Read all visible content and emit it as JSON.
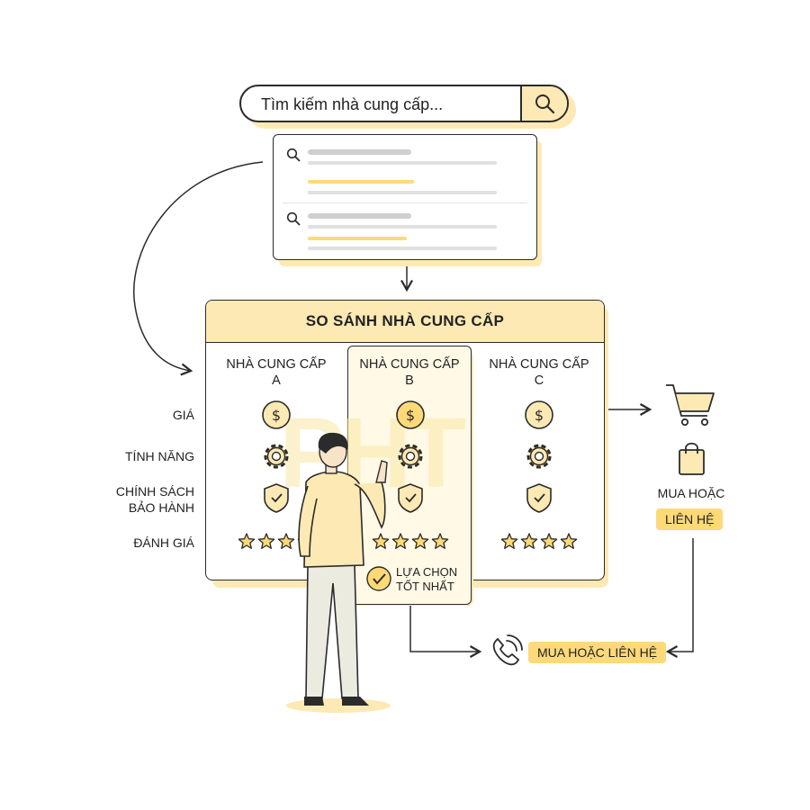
{
  "search": {
    "placeholder": "Tìm kiếm nhà cung cấp..."
  },
  "comparison": {
    "title": "SO SÁNH NHÀ CUNG CẤP",
    "suppliers": [
      {
        "name": "NHÀ CUNG CẤP",
        "letter": "A",
        "rating": 3
      },
      {
        "name": "NHÀ CUNG CẤP",
        "letter": "B",
        "rating": 4
      },
      {
        "name": "NHÀ CUNG CẤP",
        "letter": "C",
        "rating": 4
      }
    ],
    "rows": [
      {
        "label": "GIÁ",
        "icon": "dollar-coin-icon"
      },
      {
        "label": "TÍNH NĂNG",
        "icon": "gear-icon"
      },
      {
        "label_line1": "CHÍNH SÁCH",
        "label_line2": "BẢO HÀNH",
        "icon": "shield-check-icon"
      },
      {
        "label": "ĐÁNH GIÁ",
        "icon": "star-icon"
      }
    ],
    "best_choice_line1": "LỰA CHỌN",
    "best_choice_line2": "TỐT NHẤT"
  },
  "actions": {
    "buy_or_contact_line1": "MUA HOẶC",
    "buy_or_contact_badge": "LIÊN HỆ",
    "buy_or_contact_full": "MUA HOẶC LIÊN HỆ"
  },
  "watermark": "PHT",
  "colors": {
    "accent": "#fdd978",
    "accent_light": "#fde9b3",
    "ink": "#2b2b2b",
    "gray": "#d4d4d4"
  }
}
